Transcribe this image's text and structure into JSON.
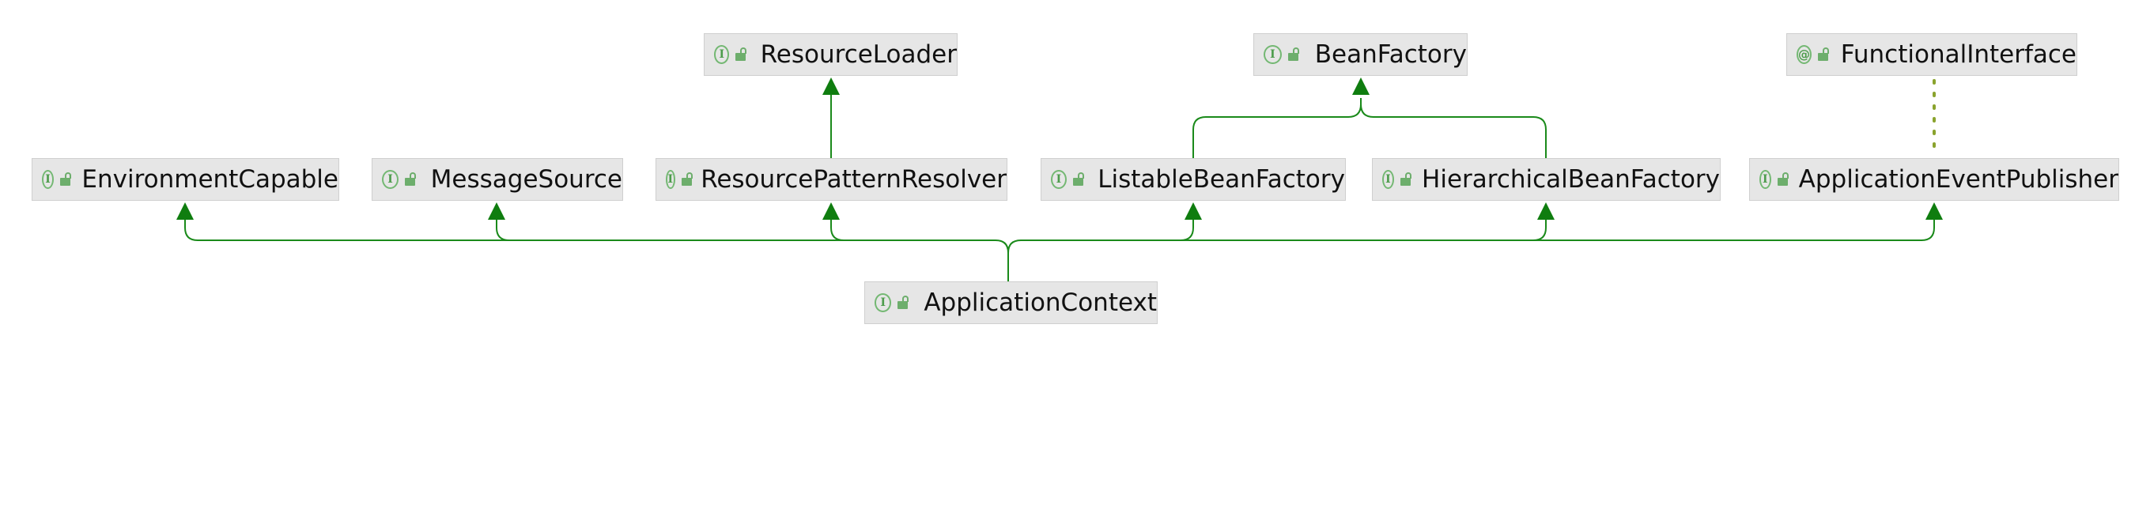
{
  "diagram": {
    "nodes": [
      {
        "id": "ResourceLoader",
        "name": "ResourceLoader",
        "kind": "interface-icon",
        "kind_glyph": "I"
      },
      {
        "id": "BeanFactory",
        "name": "BeanFactory",
        "kind": "interface-icon",
        "kind_glyph": "I"
      },
      {
        "id": "FunctionalInterface",
        "name": "FunctionalInterface",
        "kind": "annotation-icon",
        "kind_glyph": "@"
      },
      {
        "id": "EnvironmentCapable",
        "name": "EnvironmentCapable",
        "kind": "interface-icon",
        "kind_glyph": "I"
      },
      {
        "id": "MessageSource",
        "name": "MessageSource",
        "kind": "interface-icon",
        "kind_glyph": "I"
      },
      {
        "id": "ResourcePatternResolver",
        "name": "ResourcePatternResolver",
        "kind": "interface-icon",
        "kind_glyph": "I"
      },
      {
        "id": "ListableBeanFactory",
        "name": "ListableBeanFactory",
        "kind": "interface-icon",
        "kind_glyph": "I"
      },
      {
        "id": "HierarchicalBeanFactory",
        "name": "HierarchicalBeanFactory",
        "kind": "interface-icon",
        "kind_glyph": "I"
      },
      {
        "id": "ApplicationEventPublisher",
        "name": "ApplicationEventPublisher",
        "kind": "interface-icon",
        "kind_glyph": "I"
      },
      {
        "id": "ApplicationContext",
        "name": "ApplicationContext",
        "kind": "interface-icon",
        "kind_glyph": "I"
      }
    ],
    "edges": [
      {
        "from": "ResourcePatternResolver",
        "to": "ResourceLoader",
        "type": "extends"
      },
      {
        "from": "ListableBeanFactory",
        "to": "BeanFactory",
        "type": "extends"
      },
      {
        "from": "HierarchicalBeanFactory",
        "to": "BeanFactory",
        "type": "extends"
      },
      {
        "from": "ApplicationEventPublisher",
        "to": "FunctionalInterface",
        "type": "annotated-with"
      },
      {
        "from": "ApplicationContext",
        "to": "EnvironmentCapable",
        "type": "extends"
      },
      {
        "from": "ApplicationContext",
        "to": "MessageSource",
        "type": "extends"
      },
      {
        "from": "ApplicationContext",
        "to": "ResourcePatternResolver",
        "type": "extends"
      },
      {
        "from": "ApplicationContext",
        "to": "ListableBeanFactory",
        "type": "extends"
      },
      {
        "from": "ApplicationContext",
        "to": "HierarchicalBeanFactory",
        "type": "extends"
      },
      {
        "from": "ApplicationContext",
        "to": "ApplicationEventPublisher",
        "type": "extends"
      }
    ],
    "colors": {
      "edge": "#1a8a1a",
      "arrowhead": "#0f7d0f",
      "annotation_edge": "#8aa32d",
      "node_fill": "#e6e6e6",
      "icon": "#6dae6c"
    }
  }
}
